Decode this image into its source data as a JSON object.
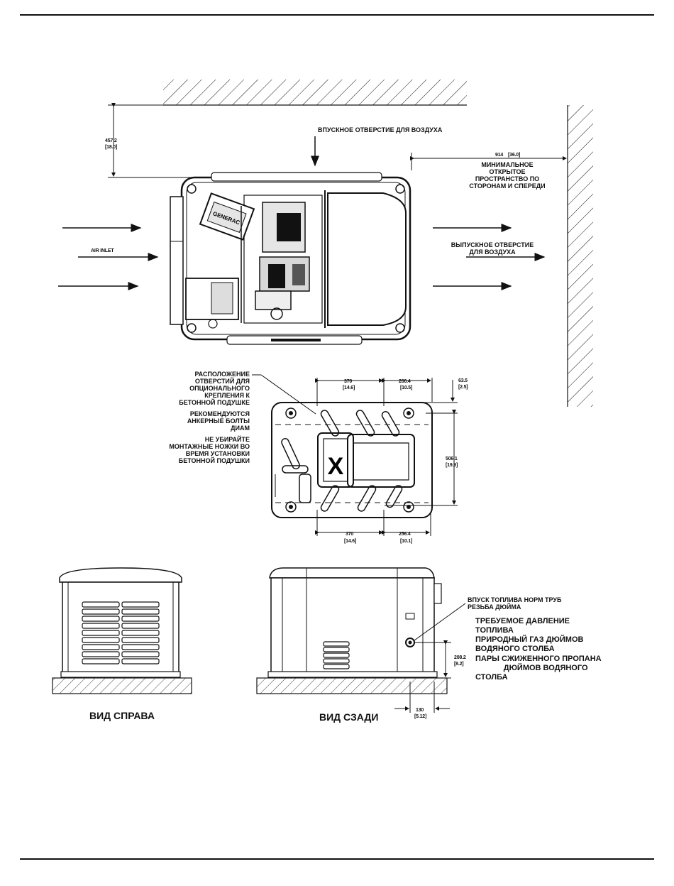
{
  "labels": {
    "air_intake_top": "ВПУСКНОЕ ОТВЕРСТИЕ ДЛЯ ВОЗДУХА",
    "air_inlet": "AIR INLET",
    "air_exhaust": [
      "ВЫПУСКНОЕ ОТВЕРСТИЕ",
      "ДЛЯ ВОЗДУХА"
    ],
    "clearance_note": [
      "МИНИМАЛЬНОЕ",
      "ОТКРЫТОЕ",
      "ПРОСТРАНСТВО ПО",
      "СТОРОНАМ И СПЕРЕДИ"
    ],
    "mount_holes_note": [
      "РАСПОЛОЖЕНИЕ",
      "ОТВЕРСТИЙ ДЛЯ",
      "ОПЦИОНАЛЬНОГО",
      "КРЕПЛЕНИЯ К",
      "БЕТОННОЙ ПОДУШКЕ"
    ],
    "anchor_note": [
      "РЕКОМЕНДУЮТСЯ",
      "АНКЕРНЫЕ БОЛТЫ",
      "ДИАМ"
    ],
    "feet_note": [
      "НЕ УБИРАЙТЕ",
      "МОНТАЖНЫЕ НОЖКИ ВО",
      "ВРЕМЯ УСТАНОВКИ",
      "БЕТОННОЙ ПОДУШКИ"
    ],
    "fuel_inlet": [
      "ВПУСК ТОПЛИВА  НОРМ  ТРУБ",
      "РЕЗЬБА        ДЮЙМА"
    ],
    "fuel_pressure": [
      "ТРЕБУЕМОЕ ДАВЛЕНИЕ",
      "ТОПЛИВА",
      "ПРИРОДНЫЙ ГАЗ           ДЮЙМОВ",
      "ВОДЯНОГО СТОЛБА",
      "ПАРЫ СЖИЖЕННОГО ПРОПАНА",
      "             ДЮЙМОВ ВОДЯНОГО",
      "СТОЛБА"
    ],
    "view_right": "ВИД СПРАВА",
    "view_rear": "ВИД СЗАДИ",
    "logo": "GENERAC"
  },
  "dimensions": {
    "top_clearance": [
      "457.2",
      "[18.0]"
    ],
    "side_clearance": [
      "914",
      "[36.0]"
    ],
    "pad_top_left": [
      "370",
      "[14.6]"
    ],
    "pad_top_right": [
      "266.4",
      "[10.5]"
    ],
    "pad_edge": [
      "63.5",
      "[2.5]"
    ],
    "pad_height": [
      "506.1",
      "[19.9]"
    ],
    "pad_bottom_left": [
      "370",
      "[14.6]"
    ],
    "pad_bottom_right": [
      "256.4",
      "[10.1]"
    ],
    "fuel_height": [
      "208.2",
      "[8.2]"
    ],
    "fuel_offset": [
      "130",
      "[5.12]"
    ]
  }
}
